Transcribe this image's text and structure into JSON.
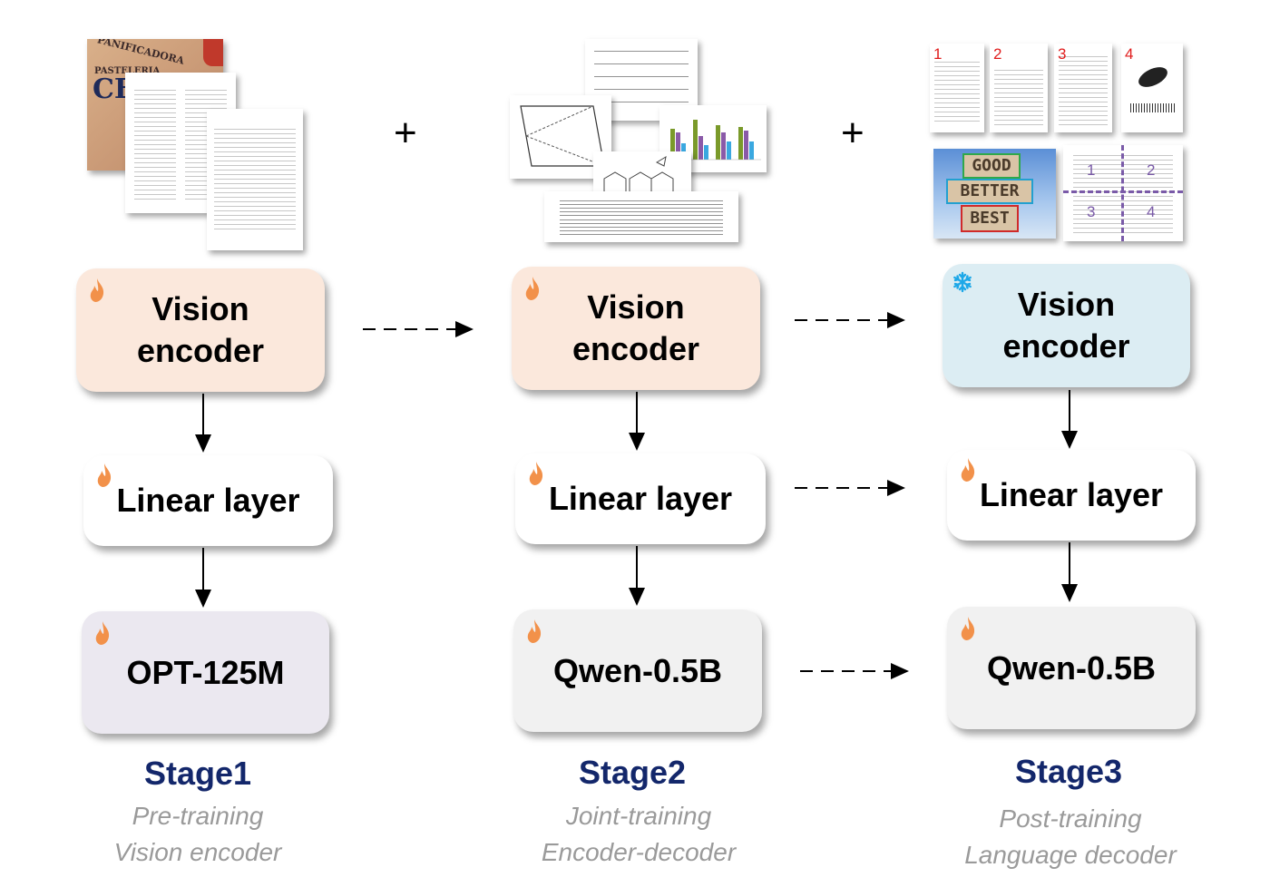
{
  "figure": {
    "plus_symbol": "+",
    "stages": [
      {
        "title": "Stage1",
        "subtitle_line1": "Pre-training",
        "subtitle_line2": "Vision encoder",
        "input_images": [
          "poster-photo",
          "english-paper-page",
          "chinese-document-page"
        ],
        "vision_encoder": {
          "label_line1": "Vision",
          "label_line2": "encoder",
          "state_icon": "flame-icon",
          "state": "trainable"
        },
        "linear_layer": {
          "label": "Linear layer",
          "state_icon": "flame-icon",
          "state": "trainable"
        },
        "decoder": {
          "label": "OPT-125M",
          "state_icon": "flame-icon",
          "state": "trainable"
        }
      },
      {
        "title": "Stage2",
        "subtitle_line1": "Joint-training",
        "subtitle_line2": "Encoder-decoder",
        "input_images": [
          "math-formulas",
          "geometry-figure",
          "bar-chart",
          "chemical-structure",
          "sheet-music"
        ],
        "vision_encoder": {
          "label_line1": "Vision",
          "label_line2": "encoder",
          "state_icon": "flame-icon",
          "state": "trainable"
        },
        "linear_layer": {
          "label": "Linear layer",
          "state_icon": "flame-icon",
          "state": "trainable"
        },
        "decoder": {
          "label": "Qwen-0.5B",
          "state_icon": "flame-icon",
          "state": "trainable"
        }
      },
      {
        "title": "Stage3",
        "subtitle_line1": "Post-training",
        "subtitle_line2": "Language decoder",
        "input_images": [
          "multi-page-documents",
          "good-better-best-sign",
          "split-page-document"
        ],
        "page_numbers": [
          "1",
          "2",
          "3",
          "4"
        ],
        "sign_words": [
          "GOOD",
          "BETTER",
          "BEST"
        ],
        "split_numbers": [
          "1",
          "2",
          "3",
          "4"
        ],
        "vision_encoder": {
          "label_line1": "Vision",
          "label_line2": "encoder",
          "state_icon": "snowflake-icon",
          "state": "frozen"
        },
        "linear_layer": {
          "label": "Linear layer",
          "state_icon": "flame-icon",
          "state": "trainable"
        },
        "decoder": {
          "label": "Qwen-0.5B",
          "state_icon": "flame-icon",
          "state": "trainable"
        }
      }
    ],
    "colors": {
      "encoder_trainable": "#fbe8dc",
      "encoder_frozen": "#dcedf3",
      "opt": "#ebe8f0",
      "qwen": "#f1f1f1",
      "stage_title": "#13276b",
      "subtitle": "#9a9a9a",
      "flame": "#f2914a",
      "snowflake": "#1ea8e8",
      "page_number_red": "#e01b1b",
      "split_purple": "#7a5aa8"
    }
  }
}
